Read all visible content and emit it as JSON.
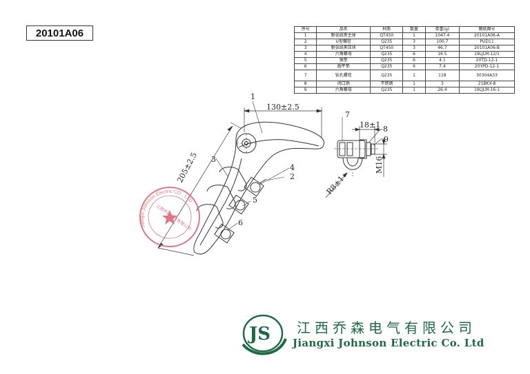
{
  "drawing_number": "20101A06",
  "bom": {
    "headers": [
      "序号",
      "品名",
      "材质",
      "数量",
      "单重(g)",
      "图纸图号"
    ],
    "rows": [
      [
        "1",
        "耐张线夹主体",
        "QT450",
        "1",
        "1047.4",
        "20101A06-A"
      ],
      [
        "2",
        "U型螺栓",
        "Q235",
        "3",
        "100.7",
        "PUD11"
      ],
      [
        "3",
        "耐张线夹压块",
        "QT450",
        "3",
        "46.7",
        "20101A06-B"
      ],
      [
        "4",
        "六角螺母",
        "Q235",
        "6",
        "16.5",
        "19LJLM-12/1"
      ],
      [
        "5",
        "弹垫",
        "Q235",
        "6",
        "4.1",
        "20TD-12-1"
      ],
      [
        "6",
        "圆平垫",
        "Q235",
        "6",
        "7.4",
        "20YPD-12-1"
      ],
      [
        "7",
        "钻孔螺栓",
        "Q235",
        "1",
        "118",
        "30304A33"
      ],
      [
        "8",
        "闭口销",
        "不锈钢",
        "1",
        "3",
        "21BKX-8"
      ],
      [
        "9",
        "六角螺母",
        "Q235",
        "1",
        "26.4",
        "19LJLM-16-1"
      ]
    ]
  },
  "dimensions": {
    "width": "130±2.5",
    "length": "205±2.5",
    "pin_width": "18±1",
    "radius": "R8±1",
    "thread": "M16"
  },
  "callouts": [
    "1",
    "2",
    "3",
    "4",
    "5",
    "6",
    "7",
    "8",
    "9"
  ],
  "stamp": {
    "outer_text": "Jiangxi Johnson Electric CO., LTD",
    "inner_text": "江西乔森电气有限公司"
  },
  "logo": {
    "mark": "JS",
    "company_cn": "江西乔森电气有限公司",
    "company_en": "Jiangxi Johnson Electric Co. Ltd"
  },
  "colors": {
    "line": "#333333",
    "stamp": "#d9546a",
    "brand": "#1e6a45"
  }
}
